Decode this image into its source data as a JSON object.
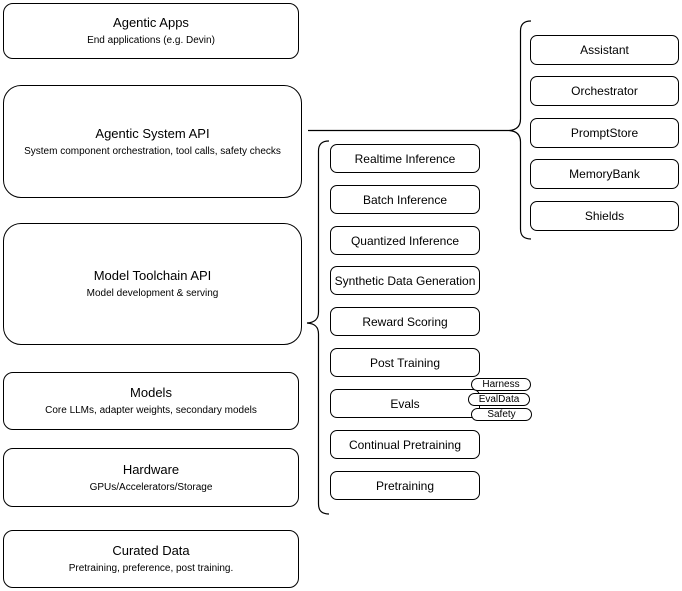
{
  "diagram": {
    "stack": [
      {
        "title": "Agentic Apps",
        "subtitle": "End applications (e.g. Devin)"
      },
      {
        "title": "Agentic System API",
        "subtitle": "System component orchestration, tool calls, safety checks"
      },
      {
        "title": "Model Toolchain API",
        "subtitle": "Model development & serving"
      },
      {
        "title": "Models",
        "subtitle": "Core LLMs, adapter weights, secondary models"
      },
      {
        "title": "Hardware",
        "subtitle": "GPUs/Accelerators/Storage"
      },
      {
        "title": "Curated Data",
        "subtitle": "Pretraining, preference, post training."
      }
    ],
    "toolchain_services": [
      "Realtime Inference",
      "Batch Inference",
      "Quantized Inference",
      "Synthetic Data Generation",
      "Reward Scoring",
      "Post Training",
      "Evals",
      "Continual Pretraining",
      "Pretraining"
    ],
    "eval_addons": [
      "Harness",
      "EvalData",
      "Safety"
    ],
    "system_services": [
      "Assistant",
      "Orchestrator",
      "PromptStore",
      "MemoryBank",
      "Shields"
    ],
    "colors": {
      "stroke": "#000000",
      "fill": "#ffffff",
      "text": "#000000"
    }
  }
}
